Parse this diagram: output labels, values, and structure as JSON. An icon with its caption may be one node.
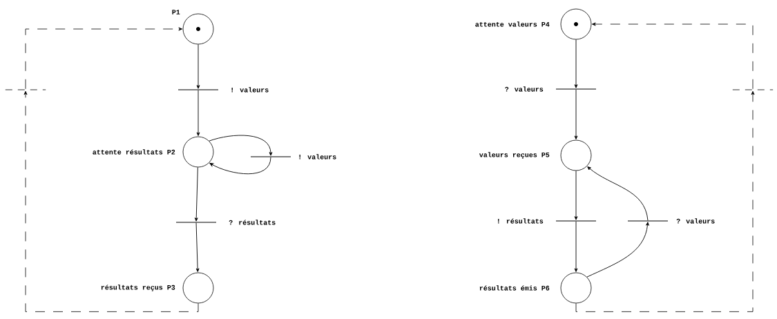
{
  "diagram": {
    "nodes": [
      {
        "text": [],
        "shape": "circle",
        "beside": [
          "P1"
        ]
      },
      {
        "text": [],
        "shape": "bar",
        "beside": [
          "! valeurs"
        ]
      },
      {
        "text": [],
        "shape": "circle",
        "beside": [
          "attente résultats P2"
        ]
      },
      {
        "text": [],
        "shape": "bar",
        "beside": [
          "! valeurs"
        ]
      },
      {
        "text": [],
        "shape": "bar",
        "beside": [
          "? résultats"
        ]
      },
      {
        "text": [],
        "shape": "circle",
        "beside": [
          "résultats reçus P3"
        ]
      },
      {
        "text": [],
        "shape": "bar"
      },
      {
        "text": [],
        "shape": "circle",
        "beside": [
          "attente valeurs P4"
        ]
      },
      {
        "text": [],
        "shape": "bar",
        "beside": [
          "? valeurs"
        ]
      },
      {
        "text": [],
        "shape": "circle",
        "beside": [
          "valeurs reçues P5"
        ]
      },
      {
        "text": [],
        "shape": "bar",
        "beside": [
          "! résultats"
        ]
      },
      {
        "text": [],
        "shape": "bar",
        "beside": [
          "? valeurs"
        ]
      },
      {
        "text": [],
        "shape": "circle",
        "beside": [
          "résultats émis P6"
        ]
      },
      {
        "text": [],
        "shape": "bar"
      }
    ],
    "edges": [
      {
        "from": 0,
        "to": 1,
        "arrow": "to"
      },
      {
        "from": 1,
        "to": 2,
        "arrow": "to"
      },
      {
        "from": 2,
        "to": 3,
        "arrow": "to"
      },
      {
        "from": 3,
        "to": 2,
        "arrow": "to"
      },
      {
        "from": 2,
        "to": 4,
        "arrow": "to"
      },
      {
        "from": 4,
        "to": 5,
        "arrow": "to"
      },
      {
        "from": 5,
        "to": 6,
        "arrow": "to",
        "style": "dashed"
      },
      {
        "from": 6,
        "to": 0,
        "arrow": "to",
        "style": "dashed"
      },
      {
        "from": 7,
        "to": 8,
        "arrow": "to"
      },
      {
        "from": 8,
        "to": 9,
        "arrow": "to"
      },
      {
        "from": 9,
        "to": 10,
        "arrow": "to"
      },
      {
        "from": 10,
        "to": 12,
        "arrow": "to"
      },
      {
        "from": 12,
        "to": 11,
        "arrow": "to"
      },
      {
        "from": 11,
        "to": 9,
        "arrow": "to"
      },
      {
        "from": 12,
        "to": 13,
        "arrow": "to",
        "style": "dashed"
      },
      {
        "from": 13,
        "to": 7,
        "arrow": "to",
        "style": "dashed"
      }
    ]
  }
}
